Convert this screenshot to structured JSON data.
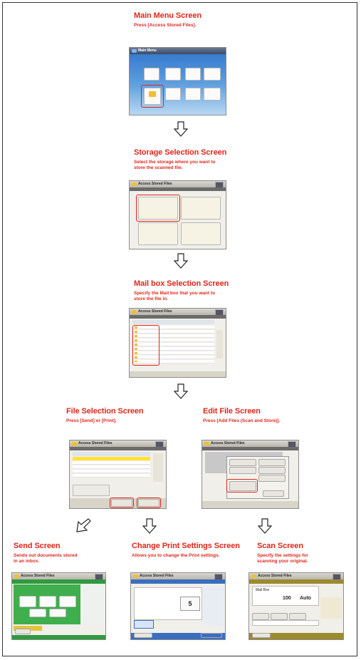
{
  "diagram": {
    "main_menu": {
      "title": "Main Menu Screen",
      "desc": "Press [Access Stored Files]."
    },
    "storage_selection": {
      "title": "Storage Selection Screen",
      "desc": "Select the storage where you want to\nstore the scanned file."
    },
    "mailbox_selection": {
      "title": "Mail box Selection Screen",
      "desc": "Specify the Mail box that you want to\nstore the file in."
    },
    "file_selection": {
      "title": "File Selection Screen",
      "desc": "Press [Send] or [Print]."
    },
    "edit_file": {
      "title": "Edit File Screen",
      "desc": "Press [Add Files (Scan and Store)]."
    },
    "send": {
      "title": "Send Screen",
      "desc": "Sends out documents stored\nin an inbox."
    },
    "change_print": {
      "title": "Change Print Settings Screen",
      "desc": "Allows you to change the Print settings."
    },
    "scan": {
      "title": "Scan Screen",
      "desc": "Specify the settings for\nscanning your original."
    }
  },
  "screens": {
    "main_menu_bar": "Main Menu",
    "access_stored_files": "Access Stored Files",
    "mail_box": "Mail Box",
    "send": "Send",
    "print": "Print",
    "print_number": "5",
    "scan_number": "100",
    "scan_auto": "Auto"
  },
  "colors": {
    "accent": "#e0261b",
    "frame": "#333333"
  }
}
